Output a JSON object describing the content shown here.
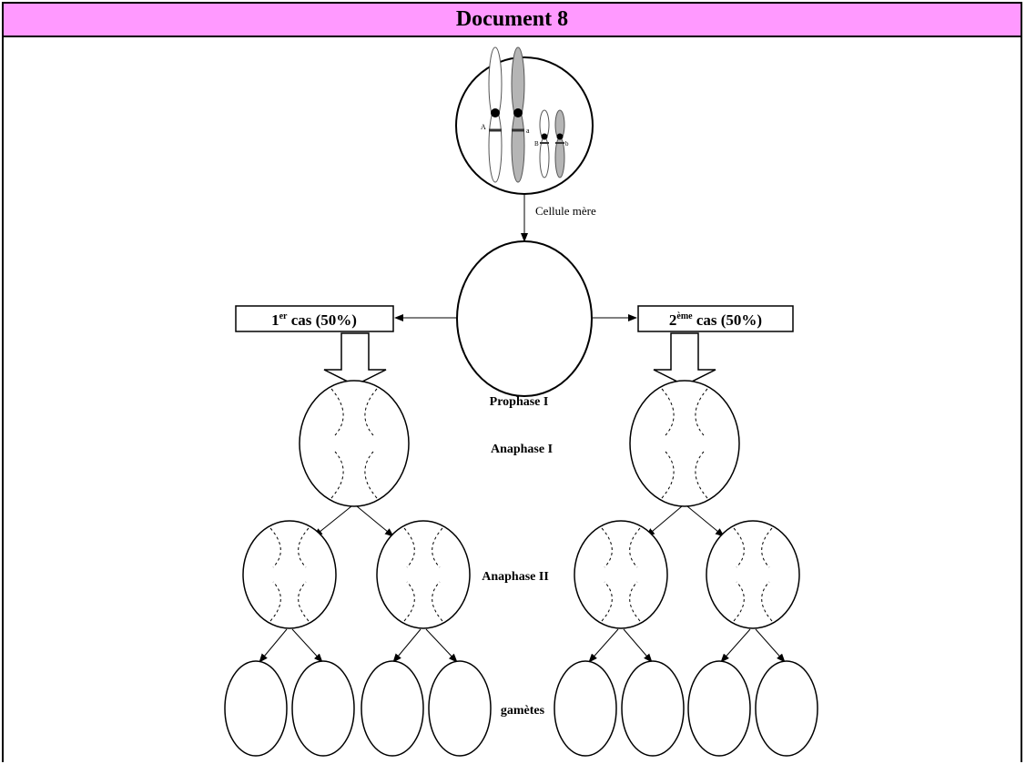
{
  "document": {
    "title": "Document 8"
  },
  "mother_cell": {
    "label": "Cellule mère",
    "alleles": [
      "A",
      "a",
      "B",
      "b"
    ]
  },
  "cases": [
    {
      "base": "1",
      "sup": "er",
      "rest": " cas (50%)"
    },
    {
      "base": "2",
      "sup": "ème",
      "rest": " cas (50%)"
    }
  ],
  "phases": {
    "prophase": "Prophase I",
    "anaphase1": "Anaphase I",
    "anaphase2": "Anaphase II",
    "gametes": "gamètes"
  },
  "colors": {
    "header_bg": "#ff99ff",
    "chromosome_fill": "#b5b5b5"
  }
}
